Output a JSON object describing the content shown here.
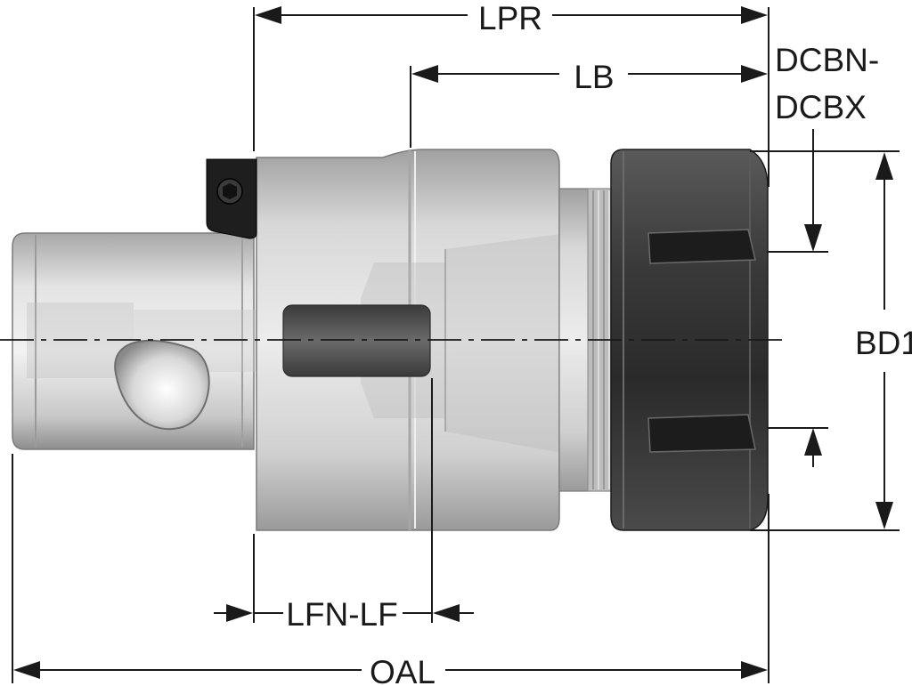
{
  "dimensions": {
    "lpr": "LPR",
    "lb": "LB",
    "dcbn_line1": "DCBN-",
    "dcbx_line2": "DCBX",
    "bd1": "BD1",
    "lfn_lf": "LFN-LF",
    "oal": "OAL"
  },
  "colors": {
    "line": "#1a1a1a",
    "body_light": "#dcdcdc",
    "body_mid": "#b4b4b4",
    "nut_dark": "#2e2e2e",
    "screw": "#222222"
  }
}
